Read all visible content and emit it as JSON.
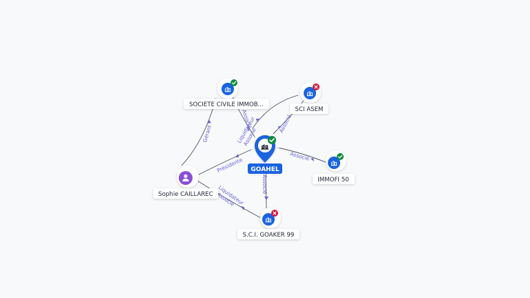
{
  "colors": {
    "company": "#1a63e0",
    "person": "#8b4fd6",
    "active": "#128a43",
    "closed": "#d4173c",
    "edge": "#4b5160",
    "edge_label": "#6a60d6",
    "background": "#f8f9fb"
  },
  "nodes": {
    "goahel": {
      "label": "GOAHEL",
      "icon": "building-icon",
      "status": "active"
    },
    "sci_immob": {
      "label": "SOCIETE CIVILE IMMOB...",
      "icon": "building-icon",
      "status": "active"
    },
    "sci_asem": {
      "label": "SCI ASEM",
      "icon": "building-icon",
      "status": "closed"
    },
    "immofi50": {
      "label": "IMMOFI 50",
      "icon": "building-icon",
      "status": "active"
    },
    "goaker99": {
      "label": "S.C.I. GOAKER 99",
      "icon": "building-icon",
      "status": "closed"
    },
    "sophie": {
      "label": "Sophie CAILLAREC",
      "icon": "person-icon"
    }
  },
  "edges": {
    "sophie_immob": "Gérant",
    "sophie_goahel": "Présidente",
    "sophie_goaker": "Liquidateur",
    "sophie_goaker_2": "Associé",
    "goahel_immob": "Associé",
    "goahel_asem": "Associé",
    "goahel_immofi": "Associé",
    "goahel_goaker": "Associé",
    "asem_goahel": "Liquidateur",
    "asem_goahel_2": "Associé"
  }
}
